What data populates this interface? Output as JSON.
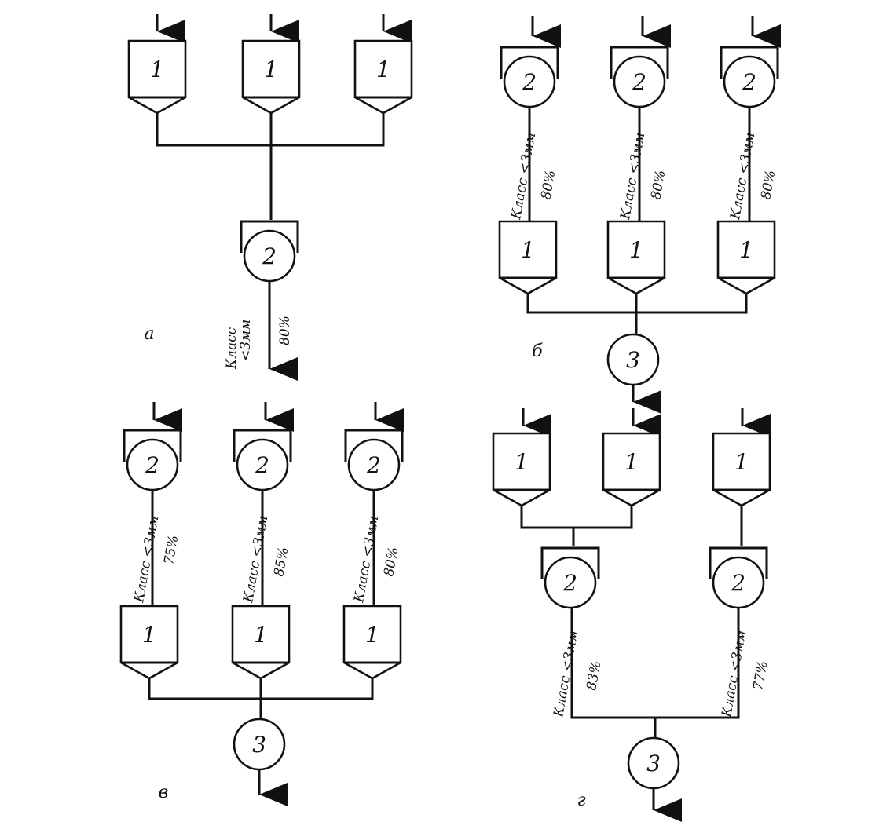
{
  "units": {
    "bin": "1",
    "mill": "2",
    "classifier": "3"
  },
  "class_label": "Класс <3мм",
  "panels": {
    "a": {
      "letter": "а",
      "class_label_line1": "Класс",
      "class_label_line2": "<3мм",
      "percent": "80%"
    },
    "b": {
      "letter": "б",
      "percents": [
        "80%",
        "80%",
        "80%"
      ]
    },
    "v": {
      "letter": "в",
      "percents": [
        "75%",
        "85%",
        "80%"
      ]
    },
    "g": {
      "letter": "г",
      "percents": [
        "83%",
        "77%"
      ]
    }
  }
}
